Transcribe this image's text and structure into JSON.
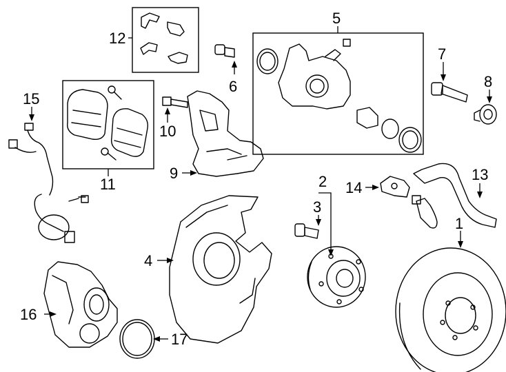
{
  "diagram": {
    "callouts": [
      "1",
      "2",
      "3",
      "4",
      "5",
      "6",
      "7",
      "8",
      "9",
      "10",
      "11",
      "12",
      "13",
      "14",
      "15",
      "16",
      "17"
    ]
  }
}
